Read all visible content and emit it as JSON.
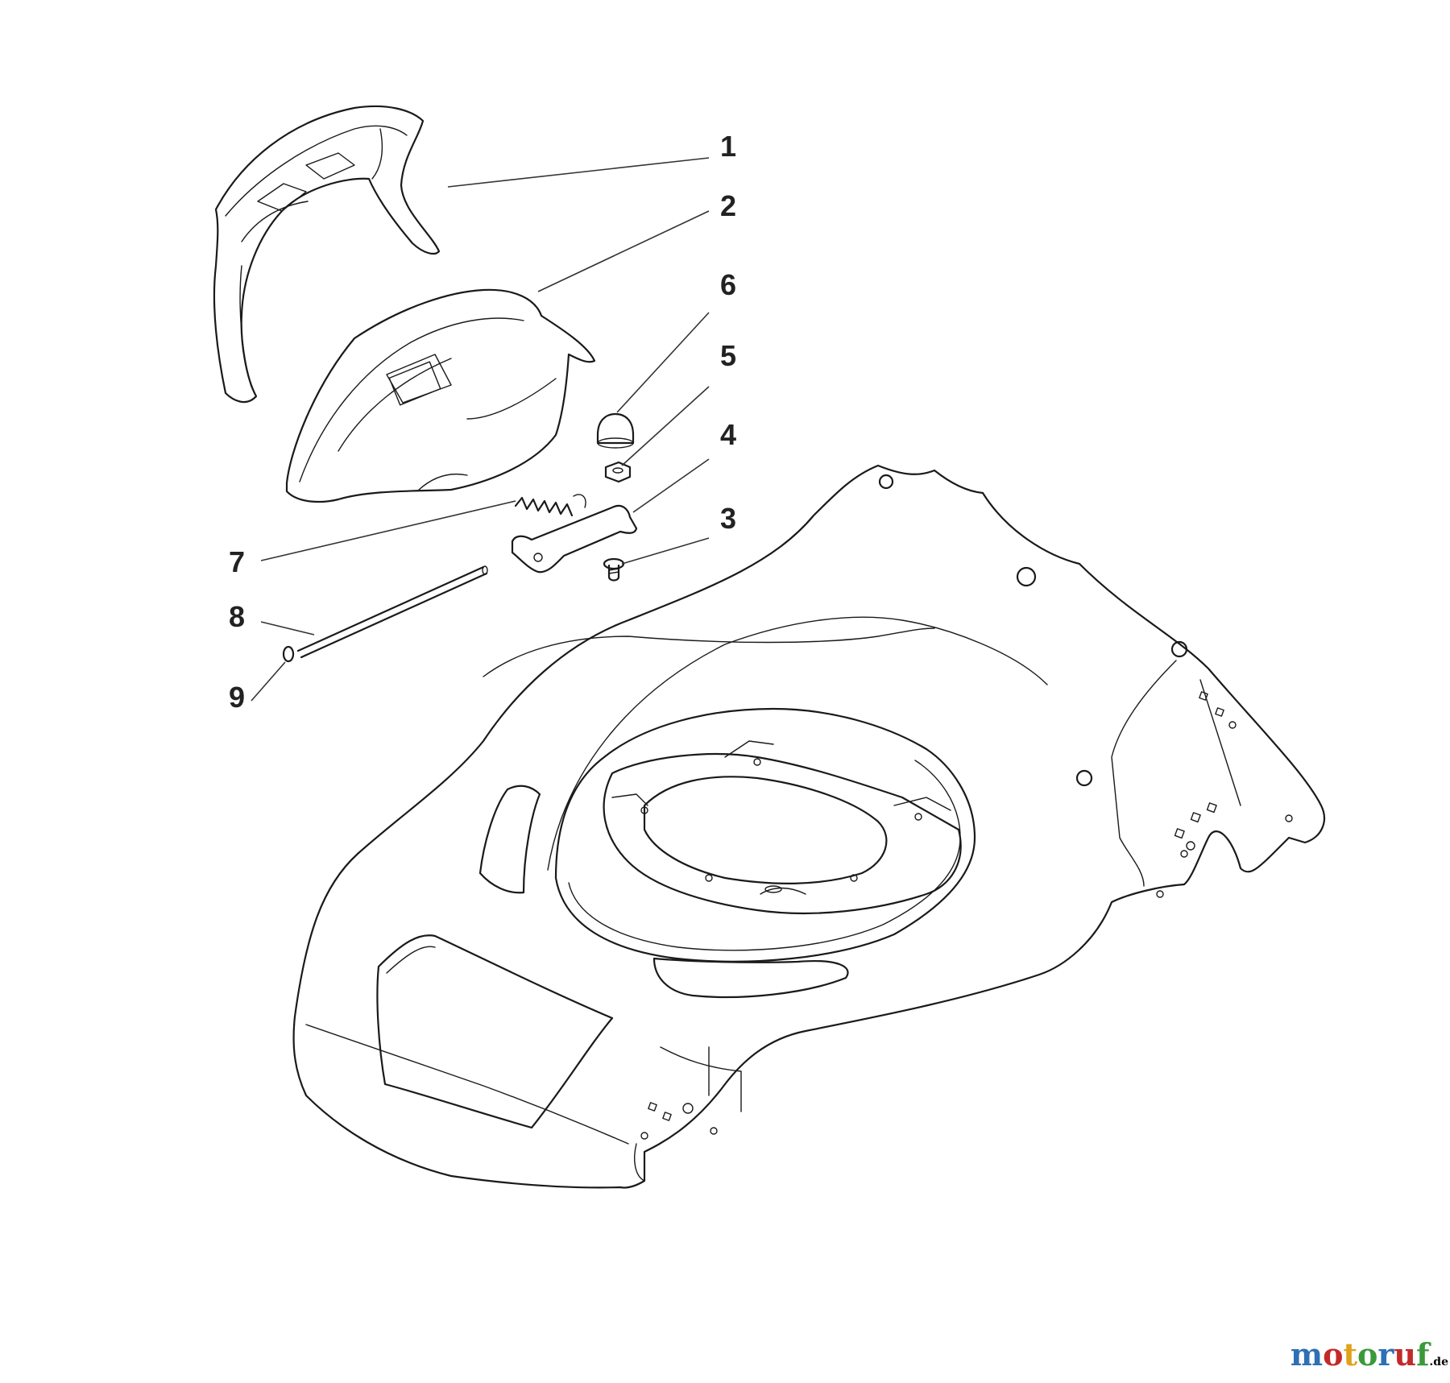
{
  "callouts": [
    {
      "number": "1",
      "part": "rear-cover"
    },
    {
      "number": "2",
      "part": "deflector-hood"
    },
    {
      "number": "3",
      "part": "screw"
    },
    {
      "number": "4",
      "part": "spring-plate"
    },
    {
      "number": "5",
      "part": "nut"
    },
    {
      "number": "6",
      "part": "cap-nut"
    },
    {
      "number": "7",
      "part": "spring"
    },
    {
      "number": "8",
      "part": "rod"
    },
    {
      "number": "9",
      "part": "retaining-ring"
    }
  ],
  "watermark": {
    "letters": [
      "m",
      "o",
      "t",
      "o",
      "r",
      "u",
      "f"
    ],
    "letter_colors": [
      "#2f6fb5",
      "#c22a2a",
      "#e0a21a",
      "#3a9a3a",
      "#2f6fb5",
      "#c22a2a",
      "#3a9a3a"
    ],
    "tld": ".de"
  }
}
